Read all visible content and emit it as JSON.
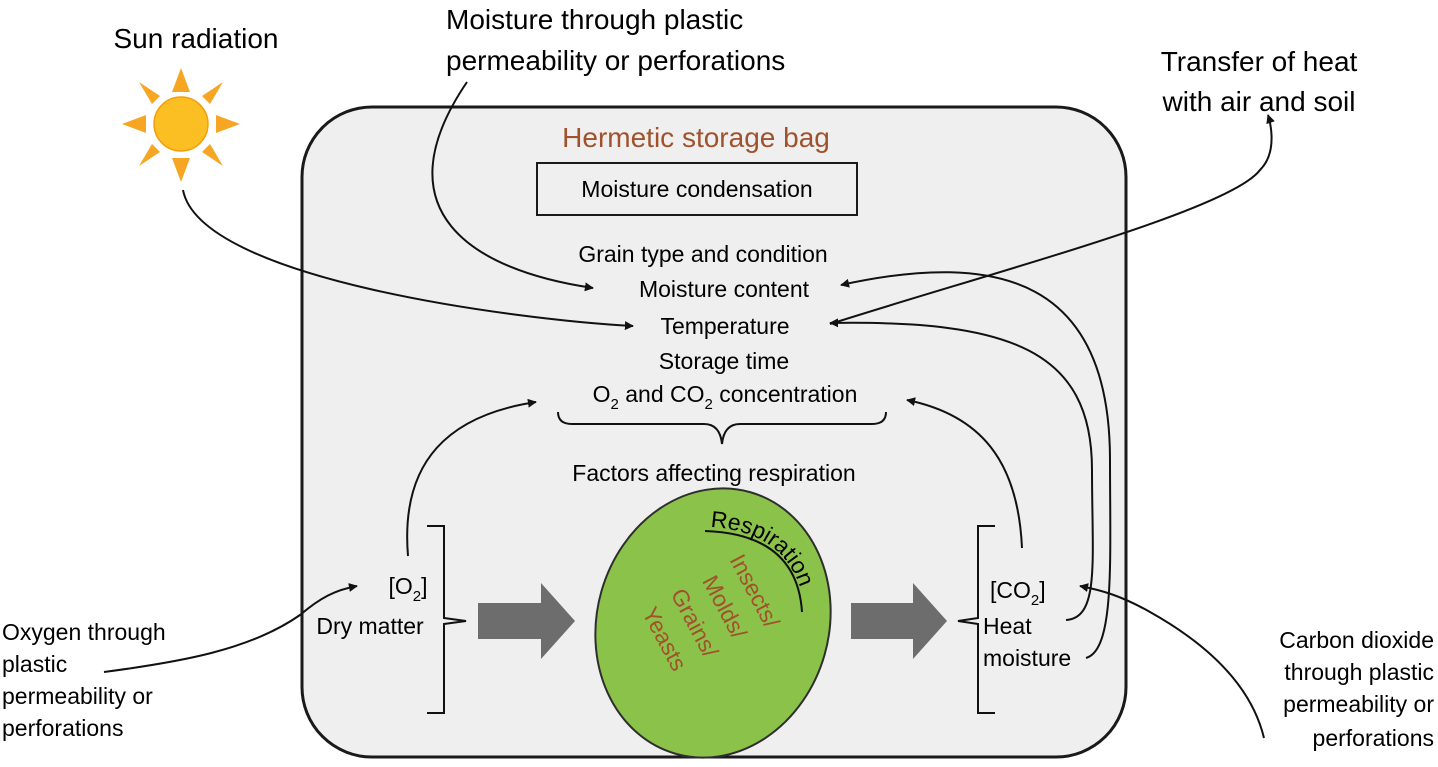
{
  "colors": {
    "bag_fill": "#efefef",
    "bag_stroke": "#1a1a1a",
    "accent_brown": "#a0522d",
    "organism_fill": "#8bc34a",
    "organism_stroke": "#2e2e2e",
    "block_arrow": "#6d6d6d",
    "sun_core": "#fbbf24",
    "sun_ray": "#f6a623",
    "line": "#111111"
  },
  "external": {
    "sun_label": "Sun radiation",
    "moisture_in": [
      "Moisture through plastic",
      "permeability or perforations"
    ],
    "heat_transfer": [
      "Transfer of heat",
      "with air and soil"
    ],
    "oxygen_in": [
      "Oxygen through",
      "plastic",
      "permeability or",
      "perforations"
    ],
    "co2_in": [
      "Carbon dioxide",
      "through plastic",
      "permeability or",
      "perforations"
    ]
  },
  "bag": {
    "title": "Hermetic storage bag",
    "condensation_box": "Moisture condensation",
    "factors": {
      "grain": "Grain type and condition",
      "moisture": "Moisture content",
      "temperature": "Temperature",
      "time": "Storage time",
      "gas": {
        "o": "O",
        "o_sub": "2",
        "and_co": " and CO",
        "co_sub": "2",
        "rest": " concentration"
      },
      "caption": "Factors affecting respiration"
    },
    "inputs": {
      "o2": {
        "open": "[O",
        "sub": "2",
        "close": "]"
      },
      "dry_matter": "Dry matter"
    },
    "organism": {
      "arc_label": "Respiration",
      "lines": [
        "Insects/",
        "Molds/",
        "Grains/",
        "Yeasts"
      ]
    },
    "outputs": {
      "co2": {
        "open": "[CO",
        "sub": "2",
        "close": "]"
      },
      "heat": "Heat",
      "moisture": "moisture"
    }
  }
}
